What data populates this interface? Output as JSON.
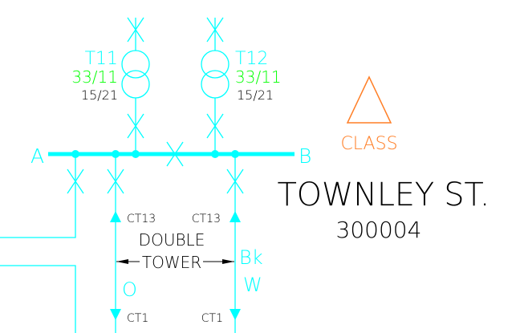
{
  "bus": {
    "left_label": "A",
    "right_label": "B"
  },
  "transformers": [
    {
      "name": "T11",
      "ratio": "33/11",
      "rating": "15/21"
    },
    {
      "name": "T12",
      "ratio": "33/11",
      "rating": "15/21"
    }
  ],
  "class_label": "CLASS",
  "substation": {
    "name": "TOWNLEY ST.",
    "number": "300004"
  },
  "feeders": {
    "ct_top_left": "CT13",
    "ct_top_right": "CT13",
    "ct_bottom_left": "CT1",
    "ct_bottom_right": "CT1",
    "span_line1": "DOUBLE",
    "span_line2": "TOWER",
    "left_tag": "O",
    "right_tag_1": "Bk",
    "right_tag_2": "W"
  },
  "colors": {
    "cyan": "#00ffff",
    "green": "#00ff00",
    "orange": "#ff7f27",
    "black": "#000000"
  }
}
